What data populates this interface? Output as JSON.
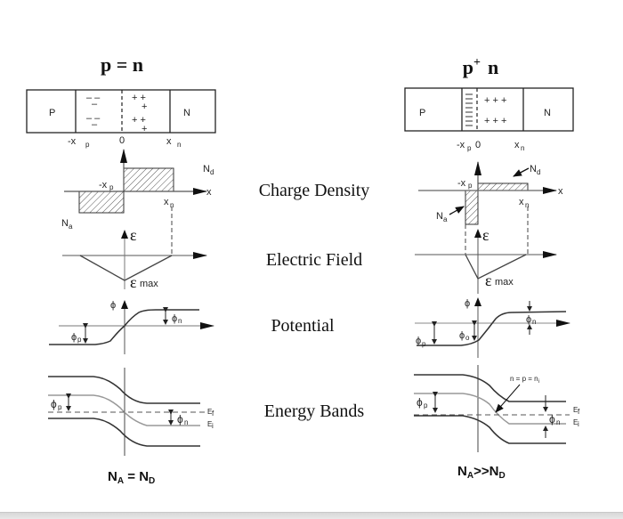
{
  "left_panel": {
    "title_main": "p = n",
    "junction": {
      "p_label": "P",
      "n_label": "N",
      "neg_charges": "– –",
      "neg_single": "–",
      "pos_charges": "+ +",
      "pos_single": "+",
      "tick_neg_xp": "-x",
      "tick_neg_xp_sub": "p",
      "tick_zero": "0",
      "tick_xn": "x",
      "tick_xn_sub": "n"
    },
    "charge_density": {
      "nd_label": "N",
      "nd_sub": "d",
      "na_label": "N",
      "na_sub": "a",
      "neg_xp": "-x",
      "neg_xp_sub": "p",
      "xn": "x",
      "xn_sub": "n",
      "x_axis": "x"
    },
    "electric_field": {
      "axis_label": "ε",
      "max_label": "ε",
      "max_sub": "max"
    },
    "potential": {
      "axis_label": "ϕ",
      "phi_p": "ϕ",
      "phi_p_sub": "p",
      "phi_n": "ϕ",
      "phi_n_sub": "n"
    },
    "energy_bands": {
      "phi_p": "ϕ",
      "phi_p_sub": "p",
      "phi_n": "ϕ",
      "phi_n_sub": "n",
      "ef": "E",
      "ef_sub": "f",
      "ei": "E",
      "ei_sub": "i"
    },
    "footer": {
      "na": "N",
      "na_sub": "A",
      "eq": " = ",
      "nd": "N",
      "nd_sub": "D"
    }
  },
  "right_panel": {
    "title_p": "p",
    "title_sup": "+",
    "title_n": "n",
    "junction": {
      "p_label": "P",
      "n_label": "N",
      "pos_charges": "+ + +",
      "tick_neg_xp": "-x",
      "tick_neg_xp_sub": "p",
      "tick_zero": "0",
      "tick_xn": "x",
      "tick_xn_sub": "n"
    },
    "charge_density": {
      "nd_label": "N",
      "nd_sub": "d",
      "na_label": "N",
      "na_sub": "a",
      "neg_xp": "-x",
      "neg_xp_sub": "p",
      "xn": "x",
      "xn_sub": "n",
      "x_axis": "x"
    },
    "electric_field": {
      "axis_label": "ε",
      "max_label": "ε",
      "max_sub": "max"
    },
    "potential": {
      "axis_label": "ϕ",
      "phi_p": "ϕ",
      "phi_p_sub": "p",
      "phi_o": "ϕ",
      "phi_o_sub": "o",
      "phi_n": "ϕ",
      "phi_n_sub": "n"
    },
    "energy_bands": {
      "annotation": "n = p = n",
      "annotation_sub": "i",
      "phi_p": "ϕ",
      "phi_p_sub": "p",
      "phi_n": "ϕ",
      "phi_n_sub": "n",
      "ef": "E",
      "ef_sub": "f",
      "ei": "E",
      "ei_sub": "i"
    },
    "footer": {
      "na": "N",
      "na_sub": "A",
      "rel": ">>",
      "nd": "N",
      "nd_sub": "D"
    }
  },
  "row_labels": [
    "Charge Density",
    "Electric Field",
    "Potential",
    "Energy Bands"
  ],
  "colors": {
    "line_dark": "#333333",
    "line_gray": "#999999",
    "axis": "#666666",
    "text": "#111111"
  }
}
